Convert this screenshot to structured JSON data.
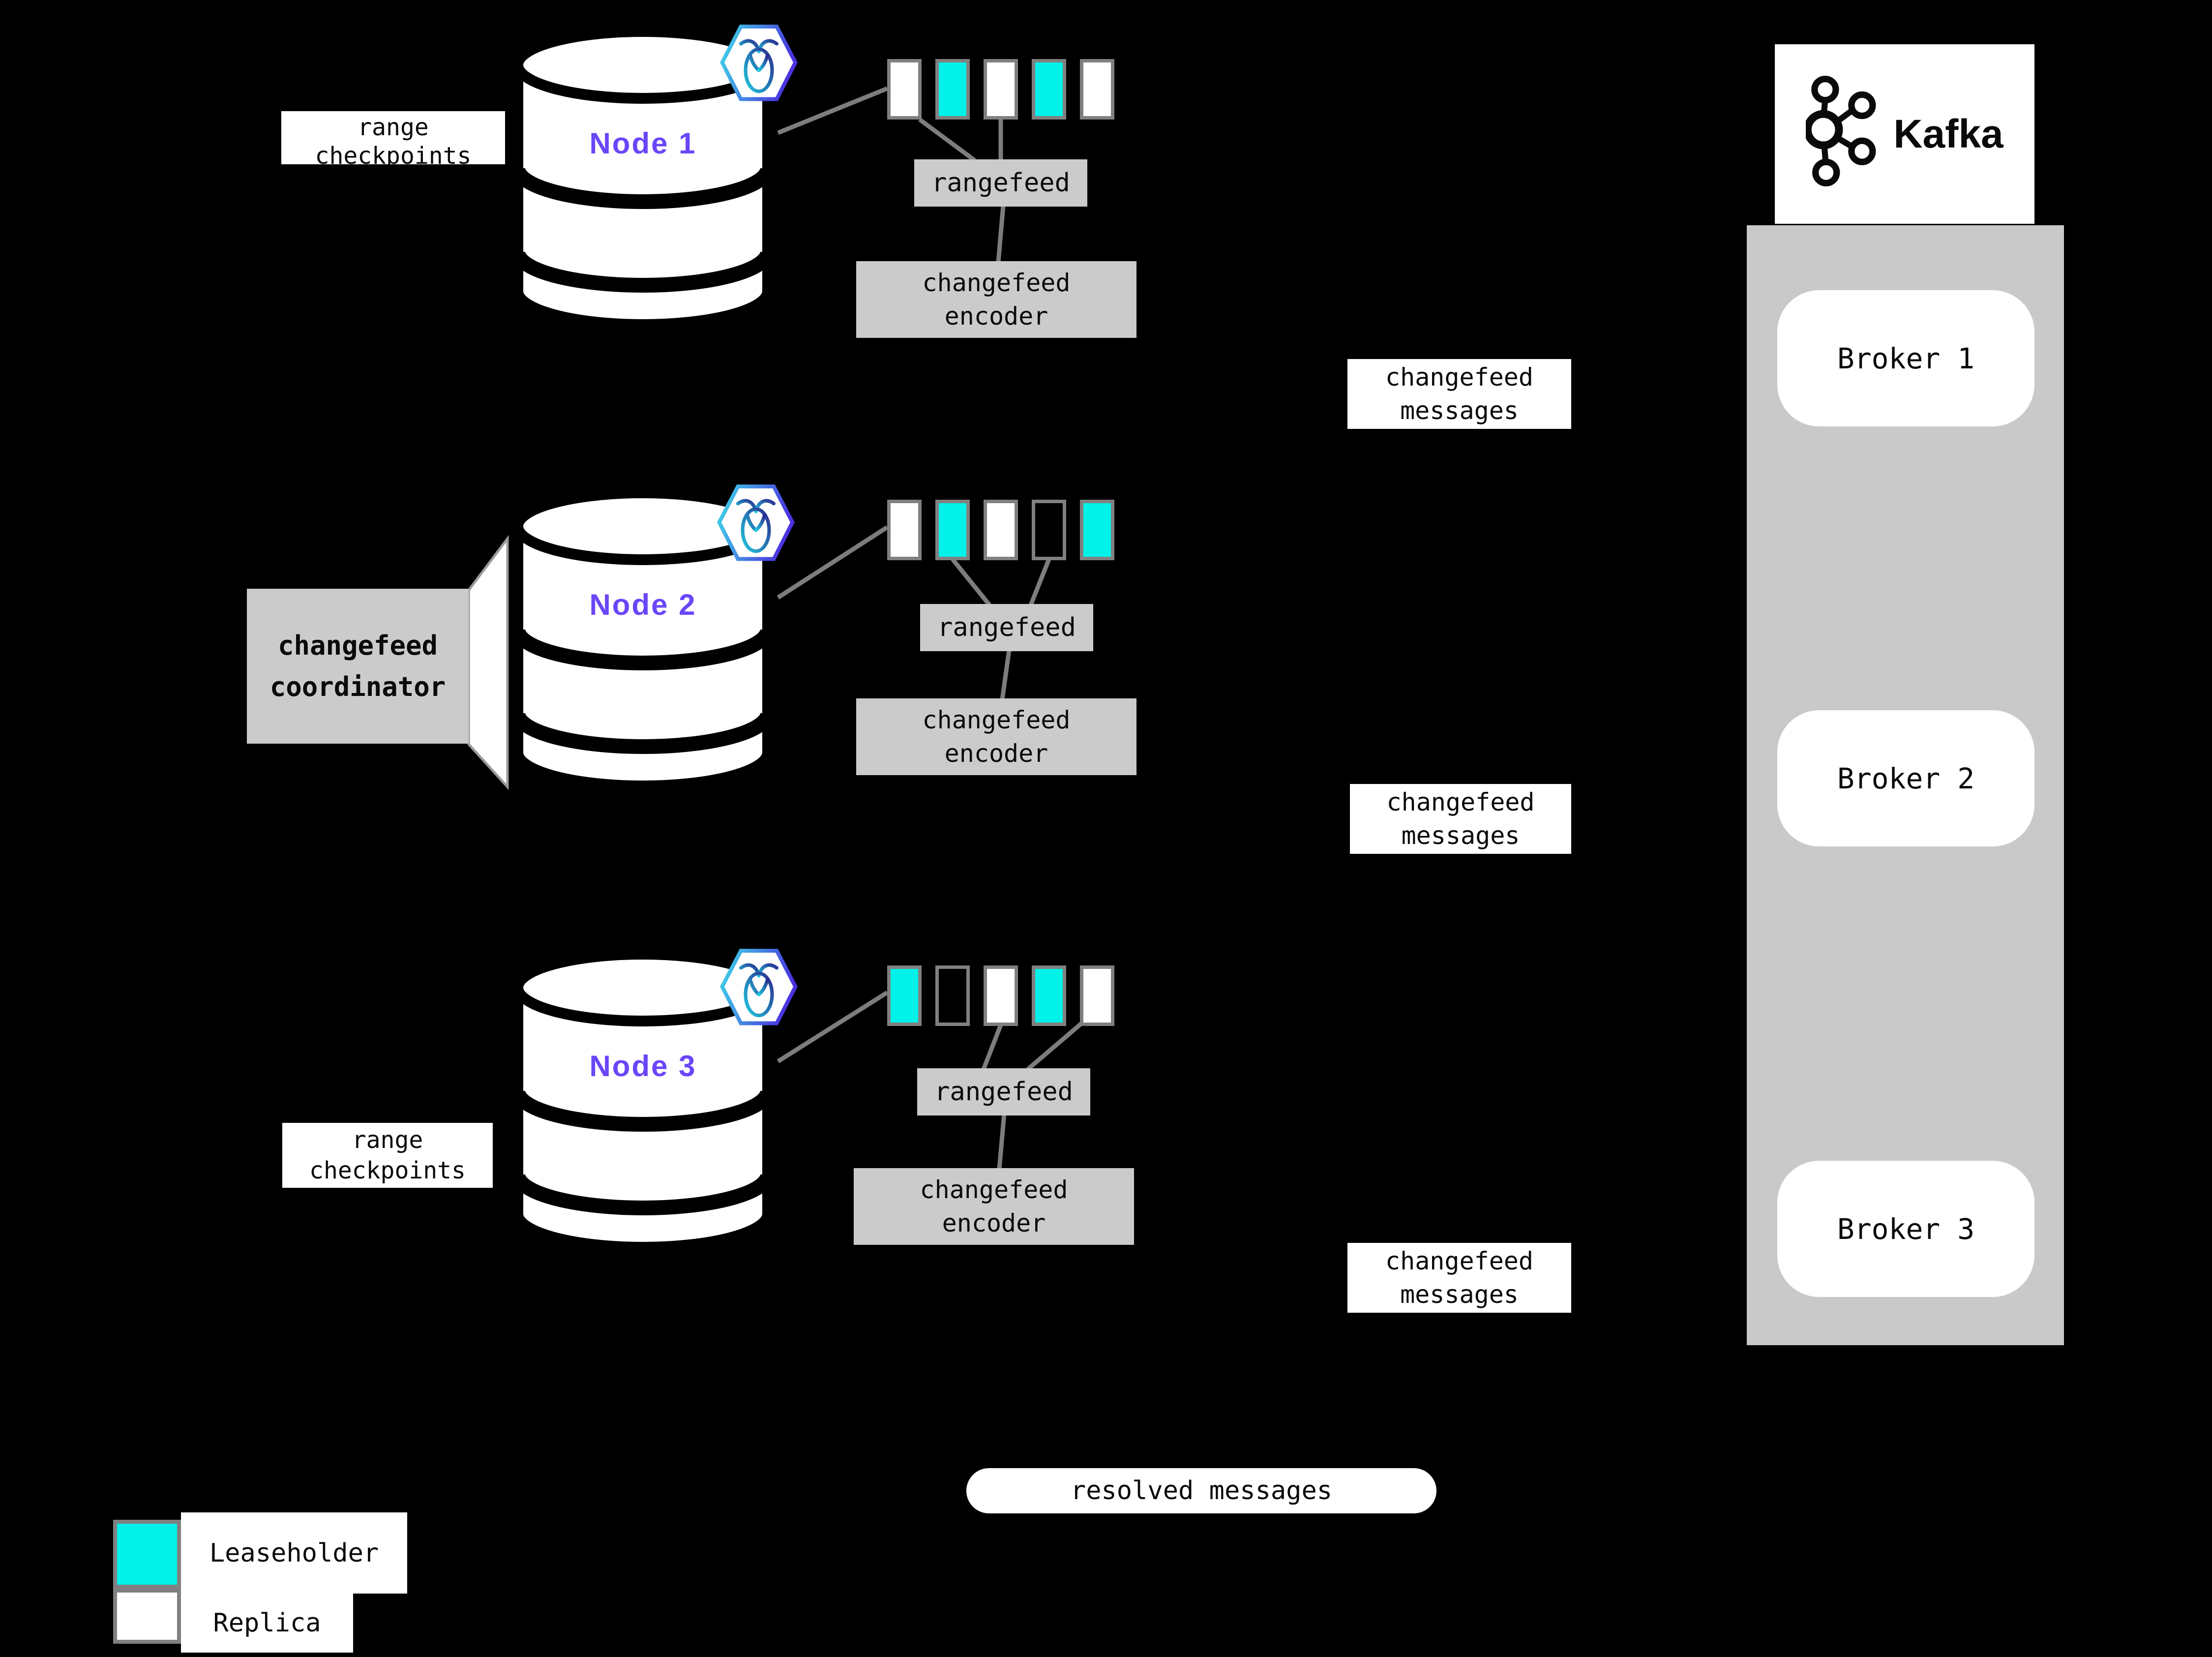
{
  "background": "#000000",
  "colors": {
    "leaseholder": "#00F2E9",
    "replica": "#FFFFFF",
    "gray_box": "#CBCBCB",
    "gray_column": "#C9C9C9",
    "connector": "#7D7D7D",
    "node_label": "#6A46F8",
    "swatch_border": "#808080"
  },
  "labels": {
    "rangefeed": "rangefeed",
    "encoder_line1": "changefeed",
    "encoder_line2": "encoder",
    "messages_line1": "changefeed",
    "messages_line2": "messages",
    "range_checkpoints_line1": "range",
    "range_checkpoints_line2": "checkpoints",
    "coordinator_line1": "changefeed",
    "coordinator_line2": "coordinator"
  },
  "nodes": {
    "node1": {
      "name": "Node 1",
      "ranges": [
        "replica",
        "leaseholder",
        "replica",
        "leaseholder",
        "replica"
      ]
    },
    "node2": {
      "name": "Node 2",
      "ranges": [
        "replica",
        "leaseholder",
        "replica",
        "none",
        "leaseholder"
      ]
    },
    "node3": {
      "name": "Node 3",
      "ranges": [
        "leaseholder",
        "none",
        "replica",
        "leaseholder",
        "replica"
      ]
    }
  },
  "kafka": {
    "wordmark": "Kafka",
    "broker1": "Broker 1",
    "broker2": "Broker 2",
    "broker3": "Broker 3"
  },
  "resolved_label": "resolved messages",
  "legend": {
    "leaseholder_label": "Leaseholder",
    "replica_label": "Replica"
  }
}
